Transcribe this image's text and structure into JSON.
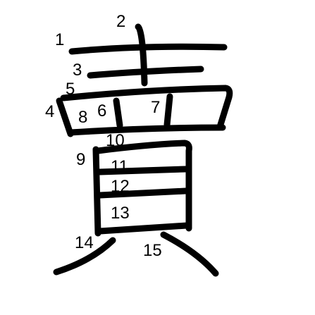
{
  "diagram": {
    "strokes": [
      {
        "number": "1"
      },
      {
        "number": "2"
      },
      {
        "number": "3"
      },
      {
        "number": "4"
      },
      {
        "number": "5"
      },
      {
        "number": "6"
      },
      {
        "number": "7"
      },
      {
        "number": "8"
      },
      {
        "number": "9"
      },
      {
        "number": "10"
      },
      {
        "number": "11"
      },
      {
        "number": "12"
      },
      {
        "number": "13"
      },
      {
        "number": "14"
      },
      {
        "number": "15"
      }
    ]
  }
}
